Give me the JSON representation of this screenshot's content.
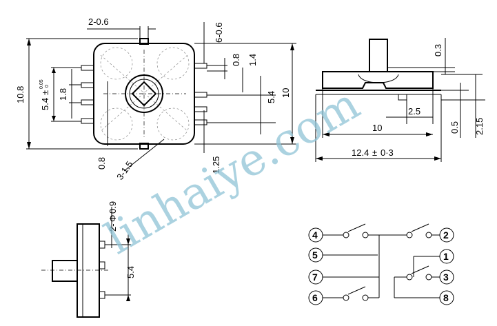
{
  "top_view": {
    "dims": {
      "pin_width": "2-0.6",
      "pin_width_side": "6-0.6",
      "height_total": "10.8",
      "pin_gap_08": "0.8",
      "pin_pitch_14": "1.4",
      "body_width": "10",
      "pitch_54": "5.4",
      "tol_value": "5.4",
      "tol_sign": "±",
      "tol_upper": "0.05",
      "tol_lower": "0",
      "pitch_18": "1.8",
      "bottom_08": "0.8",
      "hole": "3-1.5",
      "edge_125": "1.25"
    }
  },
  "side_view": {
    "dims": {
      "shaft_height": "0.3",
      "offset": "2.5",
      "body_length": "10",
      "overall_length": "12.4",
      "overall_sign": "±",
      "overall_tol": "0·3",
      "thickness": "0.5",
      "height": "2.15"
    }
  },
  "front_view": {
    "dims": {
      "hole_dia": "2-",
      "hole_phi": "Φ",
      "hole_val": "0.9",
      "pitch": "5.4"
    }
  },
  "schematic": {
    "pins_left": [
      "4",
      "5",
      "7",
      "6"
    ],
    "pins_right": [
      "2",
      "1",
      "3",
      "8"
    ]
  },
  "watermark": "linhaiye.com"
}
